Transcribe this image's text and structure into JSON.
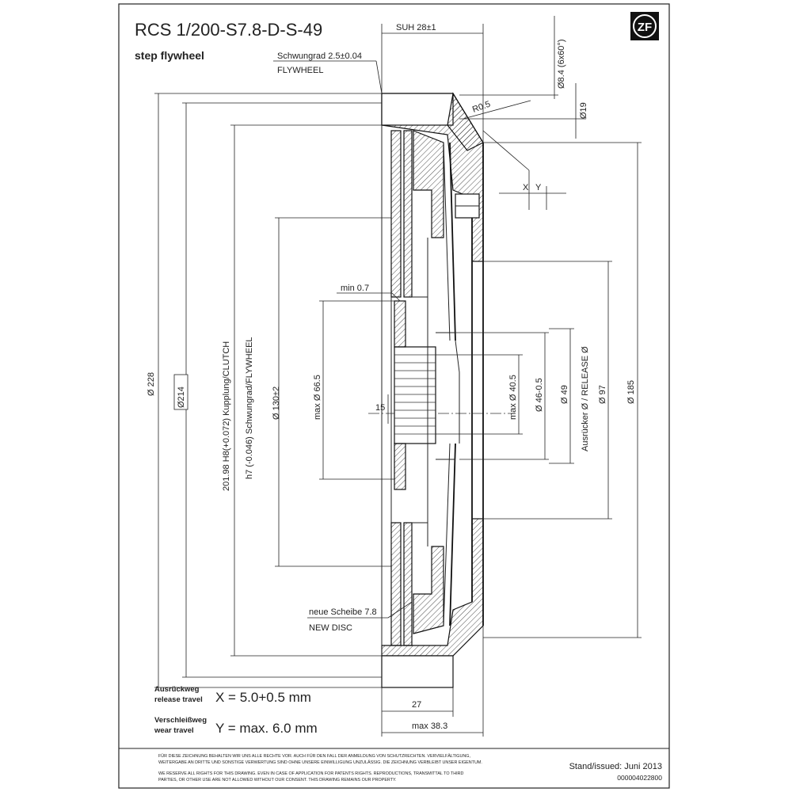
{
  "header": {
    "title": "RCS 1/200-S7.8-D-S-49",
    "subtitle": "step flywheel",
    "logo": "ZF"
  },
  "dims": {
    "suh": "SUH 28±1",
    "schwungrad": "Schwungrad 2.5±0.04",
    "flywheel": "FLYWHEEL",
    "d84": "Ø8.4 (6x60°)",
    "r05": "R0.5",
    "d19": "Ø19",
    "x": "X",
    "y": "Y",
    "min07": "min 0.7",
    "d228": "Ø 228",
    "d214": "Ø214",
    "clutch": "201.98 H8(+0.072) Kupplung/CLUTCH",
    "flywheel_fit": "h7 (-0.046) Schwungrad/FLYWHEEL",
    "d130": "Ø 130±2",
    "d665": "max Ø 66.5",
    "n15": "15",
    "d405": "max Ø 40.5",
    "d46": "Ø 46-0.5",
    "d49": "Ø 49",
    "release": "Ausrücker Ø / RELEASE Ø",
    "d97": "Ø 97",
    "d185": "Ø 185",
    "neue": "neue Scheibe 7.8",
    "newdisc": "NEW DISC",
    "n27": "27",
    "max383": "max 38.3"
  },
  "travel": {
    "release_de": "Ausrückweg",
    "release_en": "release travel",
    "release_value": "X = 5.0+0.5 mm",
    "wear_de": "Verschleißweg",
    "wear_en": "wear travel",
    "wear_value": "Y = max. 6.0 mm"
  },
  "footer": {
    "rights_de_1": "FÜR DIESE ZEICHNUNG BEHALTEN WIR UNS ALLE RECHTE VOR. AUCH FÜR DEN FALL DER ANMELDUNG VON SCHUTZRECHTEN. VERVIELFÄLTIGUNG,",
    "rights_de_2": "WEITERGABE AN DRITTE UND SONSTIGE VERWERTUNG SIND OHNE UNSERE EINWILLIGUNG UNZULÄSSIG. DIE ZEICHNUNG VERBLEIBT UNSER EIGENTUM.",
    "rights_en_1": "WE RESERVE ALL RIGHTS FOR THIS DRAWING. EVEN IN CASE OF APPLICATION FOR PATENTS RIGHTS. REPRODUCTIONS, TRANSMITTAL TO THIRD",
    "rights_en_2": "PARTIES, OR OTHER USE ARE NOT ALLOWED WITHOUT OUR CONSENT. THIS DRAWING REMAINS OUR PROPERTY.",
    "stand": "Stand/issued: Juni 2013",
    "docid": "000004022800"
  }
}
